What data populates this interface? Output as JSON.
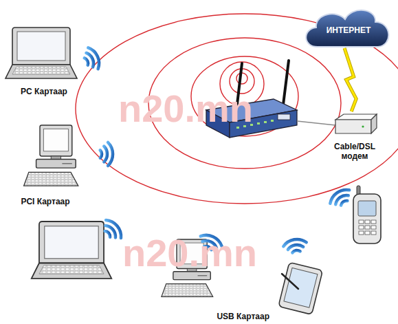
{
  "diagram": {
    "nodes": [
      {
        "text": [
          "PC Картаар"
        ]
      },
      {
        "text": [
          "ИНТЕРНЕТ"
        ]
      },
      {
        "text": [
          "Cable/DSL модем"
        ]
      },
      {
        "text": [
          "PCI Картаар"
        ]
      },
      {
        "text": [
          "USB Картаар"
        ]
      }
    ],
    "edges": [
      {
        "from": 1,
        "to": 2,
        "arrow": "none"
      }
    ],
    "labels": [
      "n20.mn",
      "n20.mn"
    ]
  }
}
